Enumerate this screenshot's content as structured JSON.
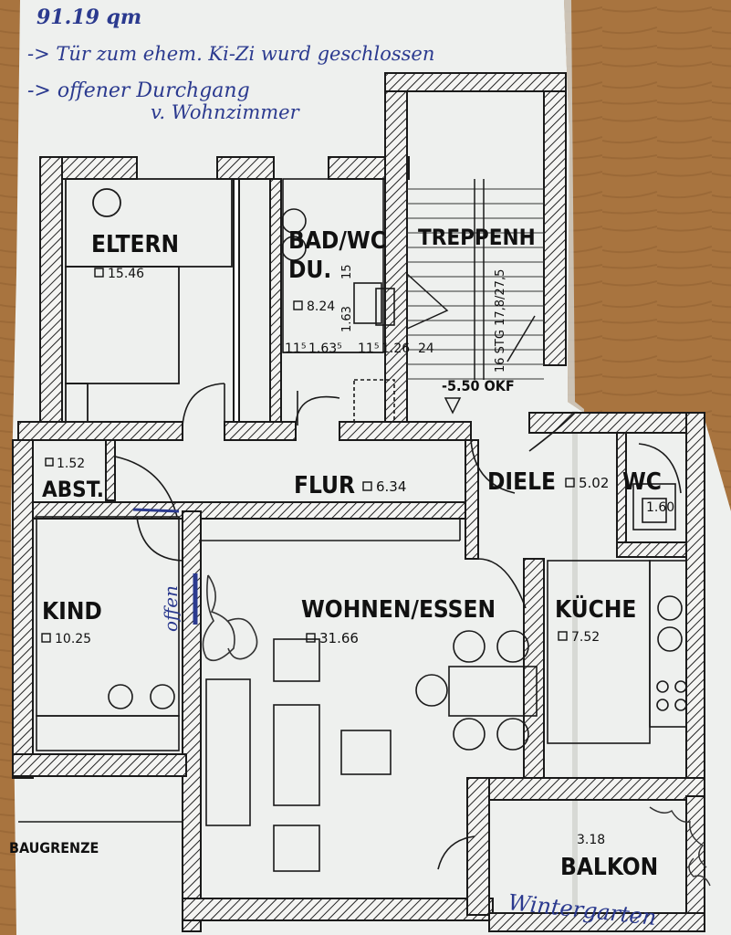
{
  "notes": {
    "area_total": "91.19 qm",
    "line1": "-> Tür zum ehem. Ki-Zi wurd geschlossen",
    "line2": "-> offener Durchgang",
    "line3": "v. Wohnzimmer",
    "offen": "offen",
    "wintergarten": "Wintergarten"
  },
  "rooms": {
    "eltern": {
      "name": "ELTERN",
      "area": "15.46"
    },
    "bad": {
      "name": "BAD/WC",
      "name2": "DU.",
      "area": "8.24"
    },
    "treppenhaus": {
      "name": "TREPPENH",
      "steps": "16 STG 17,8/27,5",
      "level": "-5.50 OKF"
    },
    "abst": {
      "name": "ABST.",
      "area": "1.52"
    },
    "flur": {
      "name": "FLUR",
      "area": "6.34"
    },
    "diele": {
      "name": "DIELE",
      "area": "5.02"
    },
    "wc": {
      "name": "WC",
      "area": "1.60"
    },
    "kind": {
      "name": "KIND",
      "area": "10.25"
    },
    "wohnen": {
      "name": "WOHNEN/ESSEN",
      "area": "31.66"
    },
    "kueche": {
      "name": "KÜCHE",
      "area": "7.52"
    },
    "balkon": {
      "name": "BALKON",
      "area": "3.18"
    }
  },
  "dimensions": {
    "d1": "11⁵",
    "d2": "1.63⁵",
    "d3": "11⁵",
    "d4": "1.26",
    "d5": "24",
    "d6": "15",
    "d7": "1.63"
  },
  "baugrenze": "BAUGRENZE",
  "colors": {
    "paper": "#eef0ee",
    "ink": "#2b3a8f",
    "table": "#a8743f",
    "wall": "#1a1a1a"
  }
}
